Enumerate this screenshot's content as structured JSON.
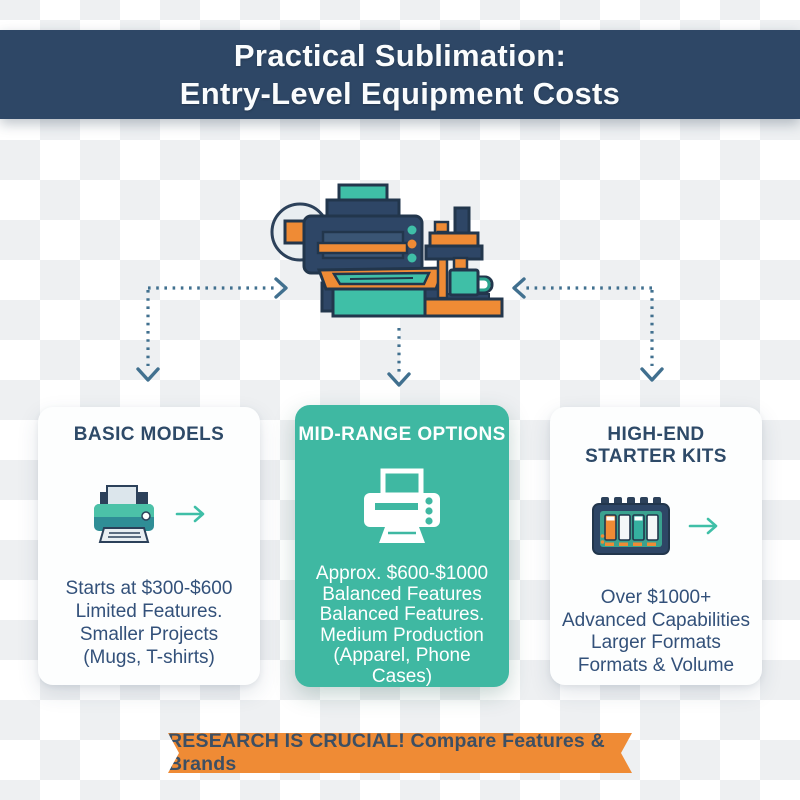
{
  "header": {
    "title_line1": "Practical Sublimation:",
    "title_line2": "Entry-Level Equipment Costs"
  },
  "cards": [
    {
      "title": "BASIC MODELS",
      "icon": "desktop-printer-icon",
      "lines": [
        "Starts at $300-$600",
        "Limited Features.",
        "Smaller Projects",
        "(Mugs, T-shirts)"
      ]
    },
    {
      "title": "MID-RANGE OPTIONS",
      "icon": "printer-glyph-icon",
      "lines": [
        "Approx. $600-$1000",
        "Balanced Features",
        "Balanced Features.",
        "Medium Production",
        "(Apparel, Phone Cases)"
      ]
    },
    {
      "title_line1": "HIGH-END",
      "title_line2": "STARTER KITS",
      "icon": "ink-cartridge-set-icon",
      "lines": [
        "Over $1000+",
        "Advanced Capabilities",
        "Larger Formats",
        "Formats & Volume"
      ]
    }
  ],
  "ribbon": {
    "text": "RESEARCH IS CRUCIAL! Compare Features & Brands"
  },
  "icons": {
    "hero": "printer-and-heat-press-illustration",
    "flow": "dashed-flow-arrows",
    "card_arrow": "arrow-right-icon"
  },
  "colors": {
    "header_navy": "#2e4766",
    "teal": "#3fb8a2",
    "illustration_teal": "#3fbfa7",
    "orange": "#ef8b35",
    "outline_navy": "#22364c",
    "card_title_navy": "#2e4a68",
    "body_text_navy": "#33517a",
    "arrow_blue": "#41708f",
    "ribbon_text": "#3d4f63"
  }
}
